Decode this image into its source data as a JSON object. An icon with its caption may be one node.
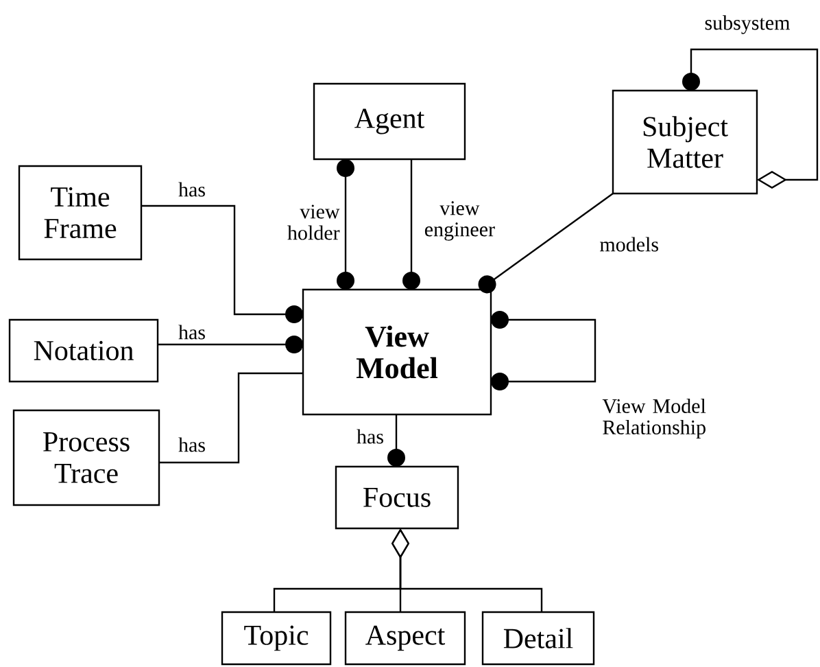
{
  "diagram": {
    "nodes": [
      {
        "text": [
          "Agent"
        ]
      },
      {
        "text": [
          "Subject Matter"
        ]
      },
      {
        "text": [
          "Time Frame"
        ]
      },
      {
        "text": [
          "View Model"
        ]
      },
      {
        "text": [
          "Notation"
        ]
      },
      {
        "text": [
          "Process Trace"
        ]
      },
      {
        "text": [
          "Focus"
        ]
      },
      {
        "text": [
          "Topic"
        ]
      },
      {
        "text": [
          "Aspect"
        ]
      },
      {
        "text": [
          "Detail"
        ]
      }
    ],
    "edges": [
      {
        "from": 0,
        "to": 3,
        "arrow": "other",
        "label": "view holder"
      },
      {
        "from": 0,
        "to": 3,
        "arrow": "other",
        "label": "view engineer"
      },
      {
        "from": 1,
        "to": 3,
        "arrow": "other",
        "label": "models"
      },
      {
        "from": 1,
        "to": 1,
        "arrow": "other",
        "label": "subsystem"
      },
      {
        "from": 2,
        "to": 3,
        "arrow": "other",
        "label": "has"
      },
      {
        "from": 4,
        "to": 3,
        "arrow": "other",
        "label": "has"
      },
      {
        "from": 5,
        "to": 3,
        "arrow": "none",
        "label": "has"
      },
      {
        "from": 3,
        "to": 3,
        "arrow": "other",
        "label": "View Model Relationship"
      },
      {
        "from": 3,
        "to": 6,
        "arrow": "other",
        "label": "has"
      },
      {
        "from": 6,
        "to": 7,
        "arrow": "other"
      },
      {
        "from": 6,
        "to": 8,
        "arrow": "other"
      },
      {
        "from": 6,
        "to": 9,
        "arrow": "other"
      }
    ]
  }
}
